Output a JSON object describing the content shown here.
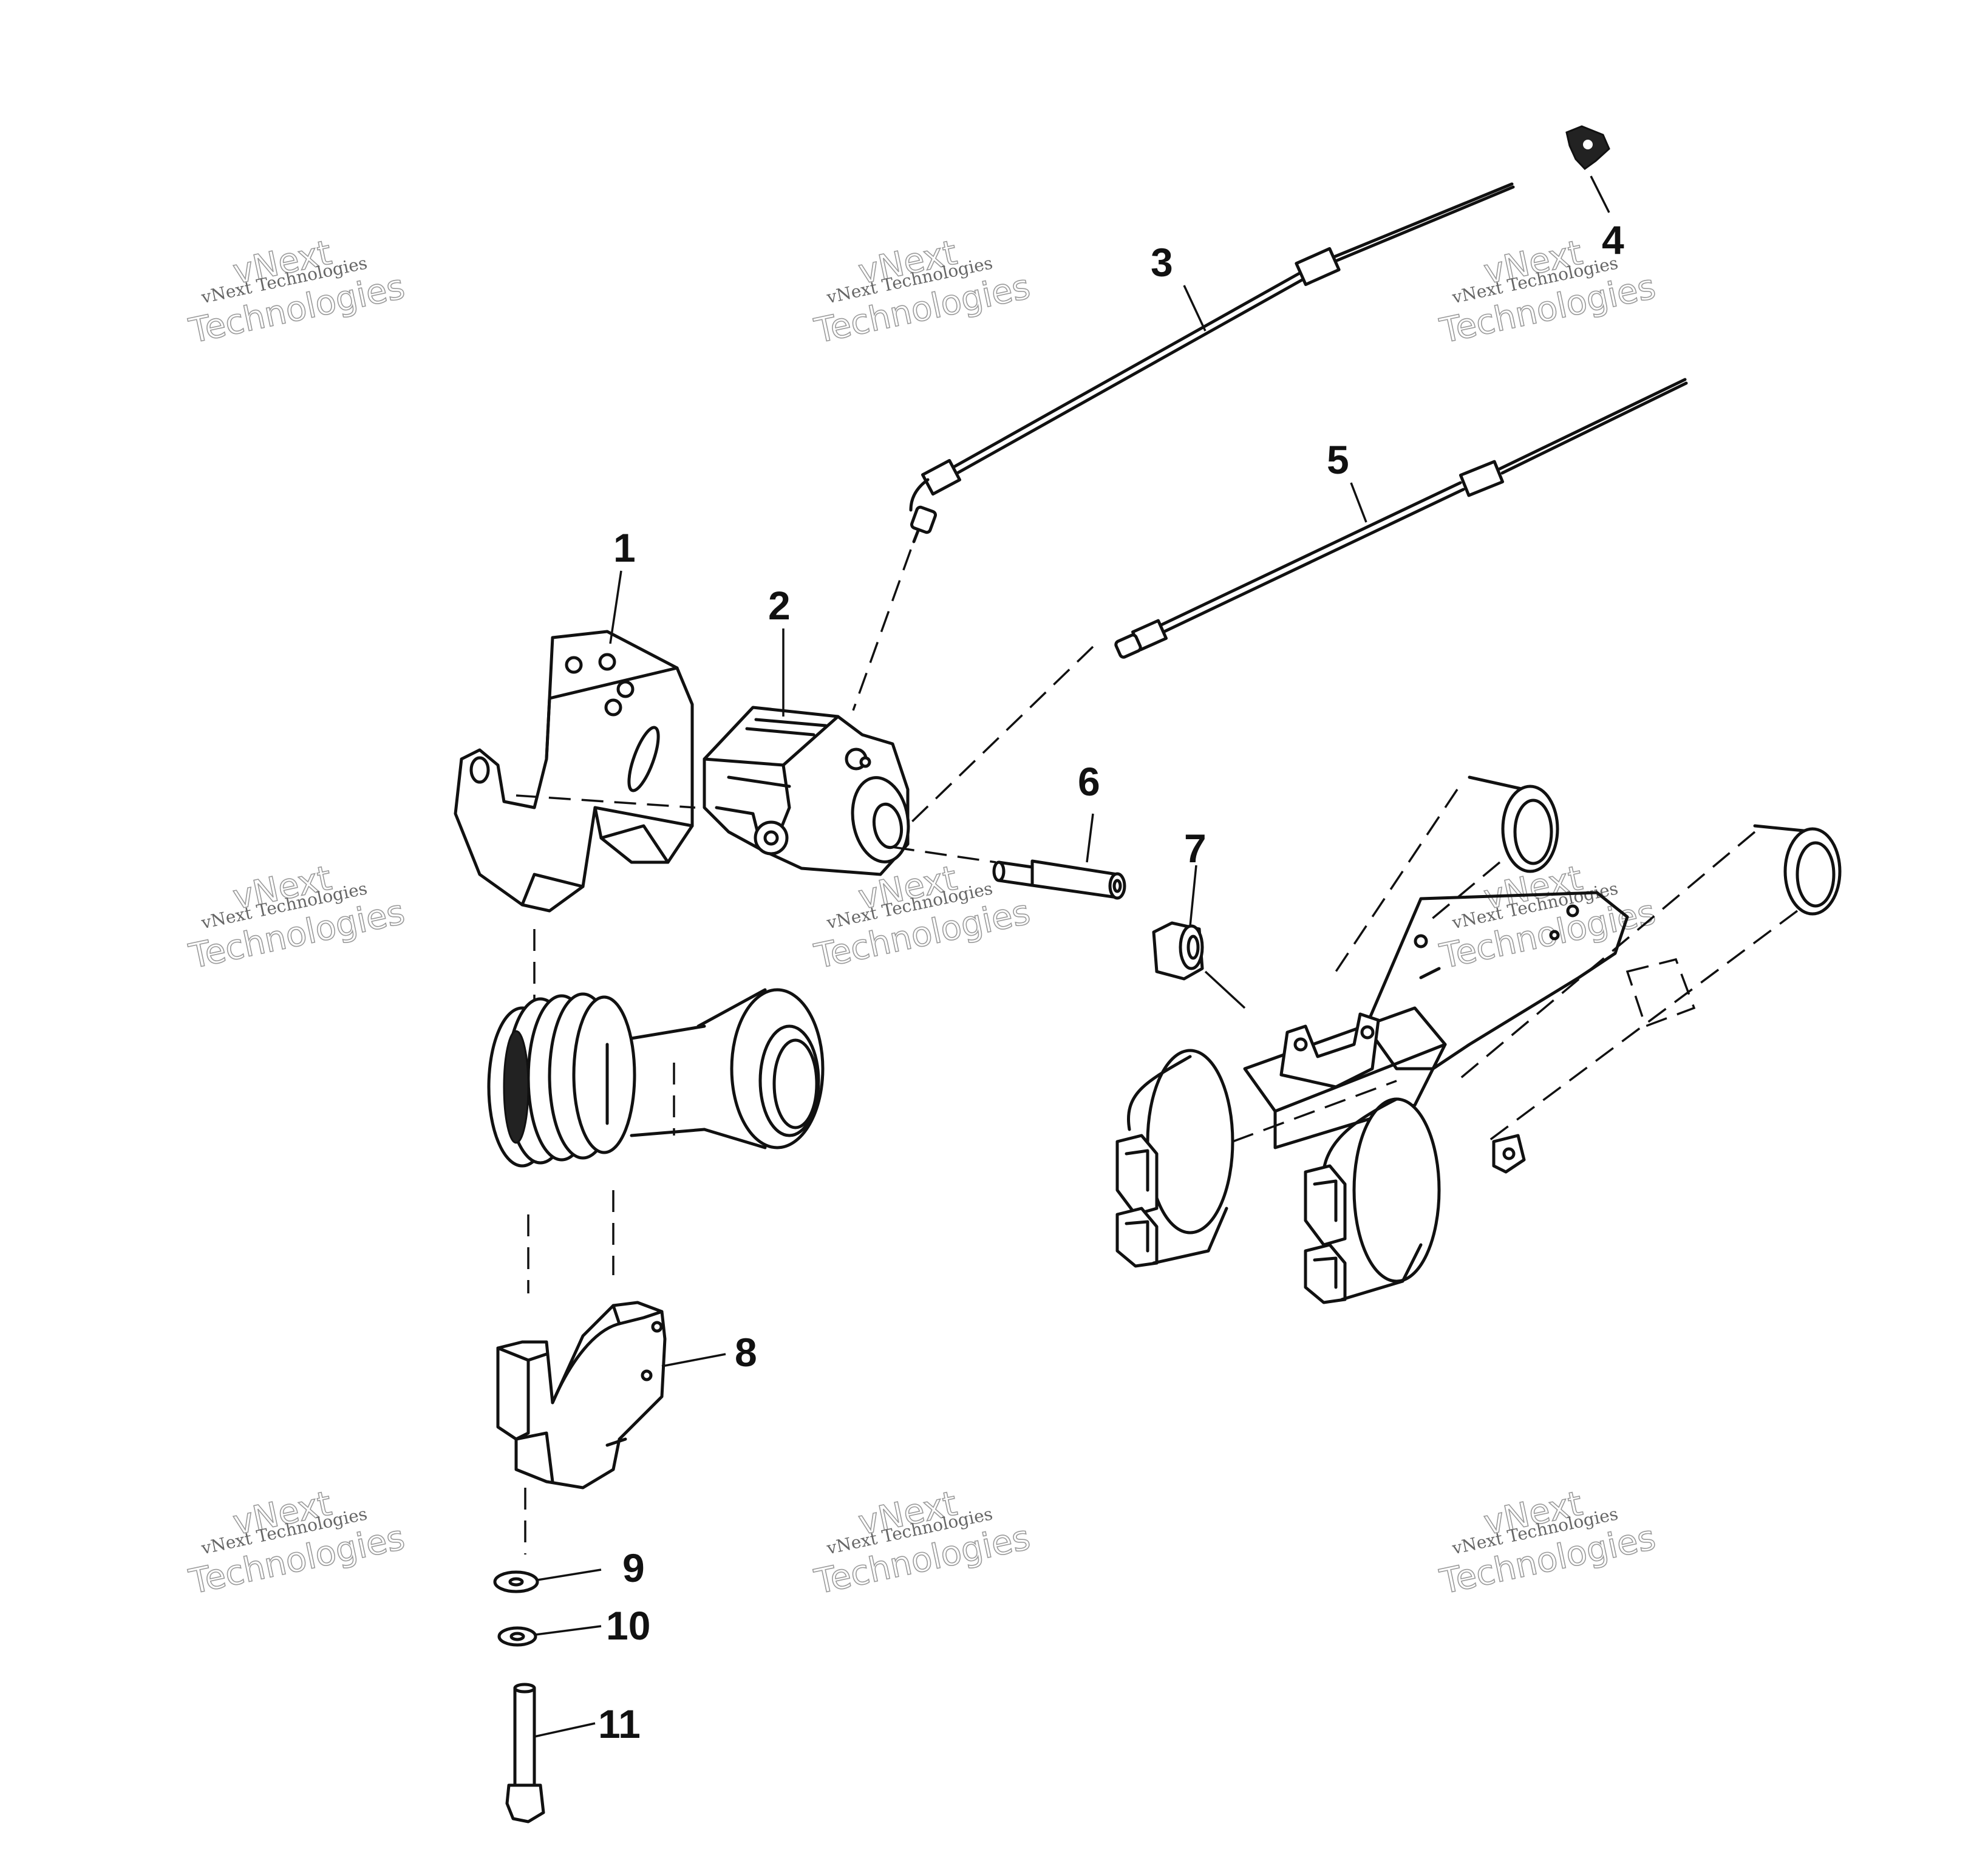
{
  "diagram": {
    "callouts": [
      "1",
      "2",
      "3",
      "4",
      "5",
      "6",
      "7",
      "8",
      "9",
      "10",
      "11"
    ]
  },
  "watermark": {
    "line1": "vNext",
    "line2": "vNext Technologies",
    "line3": "Technologies"
  }
}
